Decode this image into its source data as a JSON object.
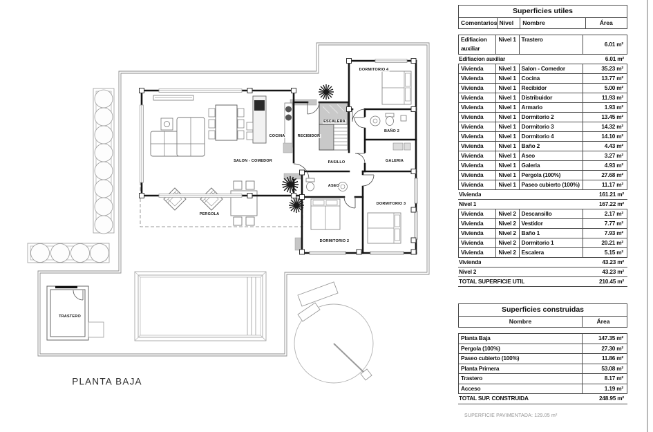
{
  "plan": {
    "title": "PLANTA BAJA",
    "room_labels": [
      {
        "id": "salon-comedor",
        "text": "SALON - COMEDOR"
      },
      {
        "id": "cocina",
        "text": "COCINA"
      },
      {
        "id": "recibidor",
        "text": "RECIBIDOR"
      },
      {
        "id": "escalera",
        "text": "ESCALERA"
      },
      {
        "id": "pasillo",
        "text": "PASILLO"
      },
      {
        "id": "dormitorio-4",
        "text": "DORMITORIO 4"
      },
      {
        "id": "bano-2",
        "text": "BAÑO 2"
      },
      {
        "id": "galeria",
        "text": "GALERIA"
      },
      {
        "id": "dormitorio-3",
        "text": "DORMITORIO 3"
      },
      {
        "id": "dormitorio-2",
        "text": "DORMITORIO 2"
      },
      {
        "id": "aseo",
        "text": "ASEO"
      },
      {
        "id": "pergola",
        "text": "PERGOLA"
      },
      {
        "id": "trastero",
        "text": "TRASTERO"
      }
    ]
  },
  "superficies_utiles": {
    "title": "Superficies utiles",
    "columns": [
      "Comentarios",
      "Nivel",
      "Nombre",
      "Área"
    ],
    "rows": [
      {
        "type": "data",
        "tall": true,
        "comentarios": "Edifiacion auxiliar",
        "nivel": "Nivel 1",
        "nombre": "Trastero",
        "area": "6.01 m²"
      },
      {
        "type": "subtotal",
        "label": "Edifiacion auxiliar",
        "area": "6.01 m²"
      },
      {
        "type": "data",
        "comentarios": "Vivienda",
        "nivel": "Nivel 1",
        "nombre": "Salon - Comedor",
        "area": "35.23 m²"
      },
      {
        "type": "data",
        "comentarios": "Vivienda",
        "nivel": "Nivel 1",
        "nombre": "Cocina",
        "area": "13.77 m²"
      },
      {
        "type": "data",
        "comentarios": "Vivienda",
        "nivel": "Nivel 1",
        "nombre": "Recibidor",
        "area": "5.00 m²"
      },
      {
        "type": "data",
        "comentarios": "Vivienda",
        "nivel": "Nivel 1",
        "nombre": "Distribuidor",
        "area": "11.93 m²"
      },
      {
        "type": "data",
        "comentarios": "Vivienda",
        "nivel": "Nivel 1",
        "nombre": "Armario",
        "area": "1.93 m²"
      },
      {
        "type": "data",
        "comentarios": "Vivienda",
        "nivel": "Nivel 1",
        "nombre": "Dormitorio 2",
        "area": "13.45 m²"
      },
      {
        "type": "data",
        "comentarios": "Vivienda",
        "nivel": "Nivel 1",
        "nombre": "Dormitorio 3",
        "area": "14.32 m²"
      },
      {
        "type": "data",
        "comentarios": "Vivienda",
        "nivel": "Nivel 1",
        "nombre": "Dormitorio 4",
        "area": "14.10 m²"
      },
      {
        "type": "data",
        "comentarios": "Vivienda",
        "nivel": "Nivel 1",
        "nombre": "Baño 2",
        "area": "4.43 m²"
      },
      {
        "type": "data",
        "comentarios": "Vivienda",
        "nivel": "Nivel 1",
        "nombre": "Aseo",
        "area": "3.27 m²"
      },
      {
        "type": "data",
        "comentarios": "Vivienda",
        "nivel": "Nivel 1",
        "nombre": "Galeria",
        "area": "4.93 m²"
      },
      {
        "type": "data",
        "comentarios": "Vivienda",
        "nivel": "Nivel 1",
        "nombre": "Pergola (100%)",
        "area": "27.68 m²"
      },
      {
        "type": "data",
        "comentarios": "Vivienda",
        "nivel": "Nivel 1",
        "nombre": "Paseo cubierto (100%)",
        "area": "11.17 m²"
      },
      {
        "type": "subtotal",
        "label": "Vivienda",
        "area": "161.21 m²"
      },
      {
        "type": "subtotal",
        "label": "Nivel 1",
        "area": "167.22 m²"
      },
      {
        "type": "data",
        "comentarios": "Vivienda",
        "nivel": "Nivel 2",
        "nombre": "Descansillo",
        "area": "2.17 m²"
      },
      {
        "type": "data",
        "comentarios": "Vivienda",
        "nivel": "Nivel 2",
        "nombre": "Vestidor",
        "area": "7.77 m²"
      },
      {
        "type": "data",
        "comentarios": "Vivienda",
        "nivel": "Nivel 2",
        "nombre": "Baño 1",
        "area": "7.93 m²"
      },
      {
        "type": "data",
        "comentarios": "Vivienda",
        "nivel": "Nivel 2",
        "nombre": "Dormitorio 1",
        "area": "20.21 m²"
      },
      {
        "type": "data",
        "comentarios": "Vivienda",
        "nivel": "Nivel 2",
        "nombre": "Escalera",
        "area": "5.15 m²"
      },
      {
        "type": "subtotal",
        "label": "Vivienda",
        "area": "43.23 m²"
      },
      {
        "type": "subtotal",
        "label": "Nivel 2",
        "area": "43.23 m²"
      },
      {
        "type": "total",
        "label": "TOTAL SUPERFICIE UTIL",
        "area": "210.45 m²"
      }
    ]
  },
  "superficies_construidas": {
    "title": "Superficies construidas",
    "columns": [
      "Nombre",
      "Área"
    ],
    "rows": [
      {
        "type": "data",
        "nombre": "Planta Baja",
        "area": "147.35 m²"
      },
      {
        "type": "data",
        "nombre": "Pergola (100%)",
        "area": "27.30 m²"
      },
      {
        "type": "data",
        "nombre": "Paseo cubierto (100%)",
        "area": "11.86 m²"
      },
      {
        "type": "data",
        "nombre": "Planta Primera",
        "area": "53.08 m²"
      },
      {
        "type": "data",
        "nombre": "Trastero",
        "area": "8.17 m²"
      },
      {
        "type": "data",
        "nombre": "Acceso",
        "area": "1.19 m²"
      },
      {
        "type": "total",
        "label": "TOTAL SUP. CONSTRUIDA",
        "area": "248.95 m²"
      }
    ],
    "footnote": "SUPERFICIE PAVIMENTADA: 129.05 m²"
  }
}
